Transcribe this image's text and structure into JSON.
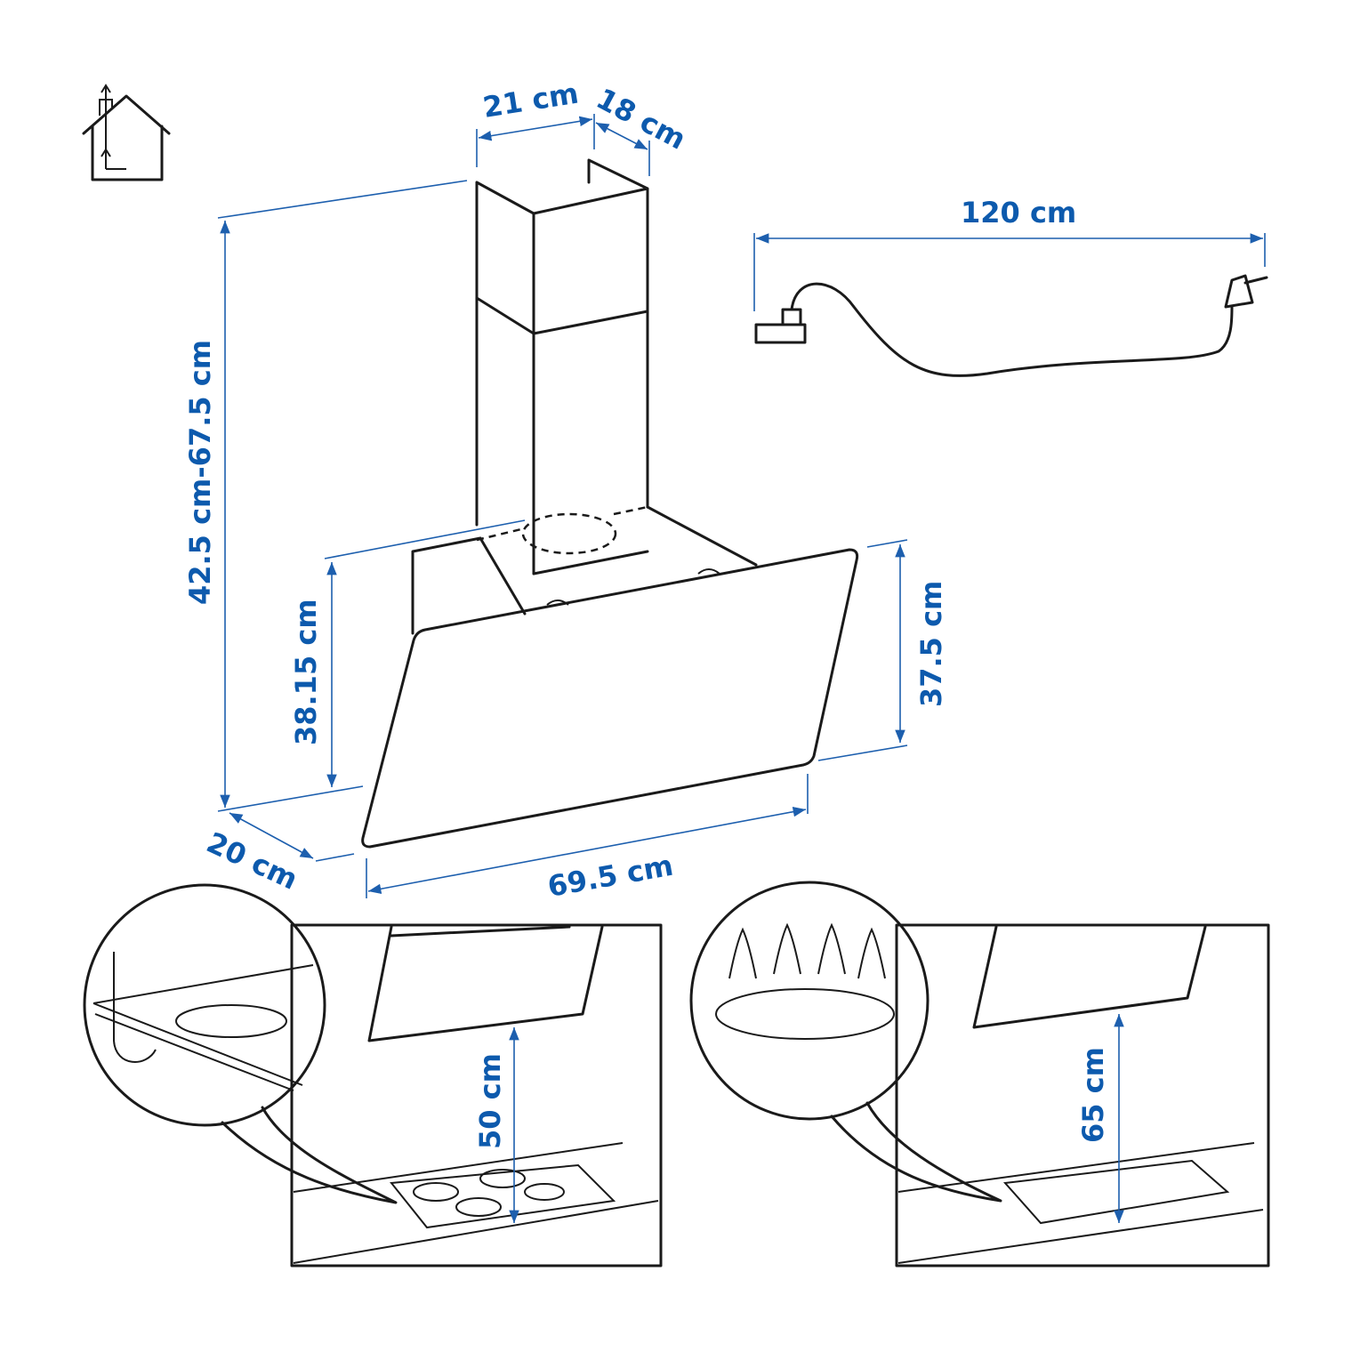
{
  "colors": {
    "dimension": "#0d5aad",
    "line": "#1a1a1a"
  },
  "icons": [
    "house-chimney-vent-icon"
  ],
  "dimensions": {
    "chimney_width": "21 cm",
    "chimney_depth": "18 cm",
    "cable_length": "120 cm",
    "total_height": "42.5 cm-67.5 cm",
    "body_height_left": "38.15 cm",
    "body_height_right": "37.5 cm",
    "depth": "20 cm",
    "width": "69.5 cm",
    "min_height_electric": "50 cm",
    "min_height_gas": "65 cm"
  }
}
